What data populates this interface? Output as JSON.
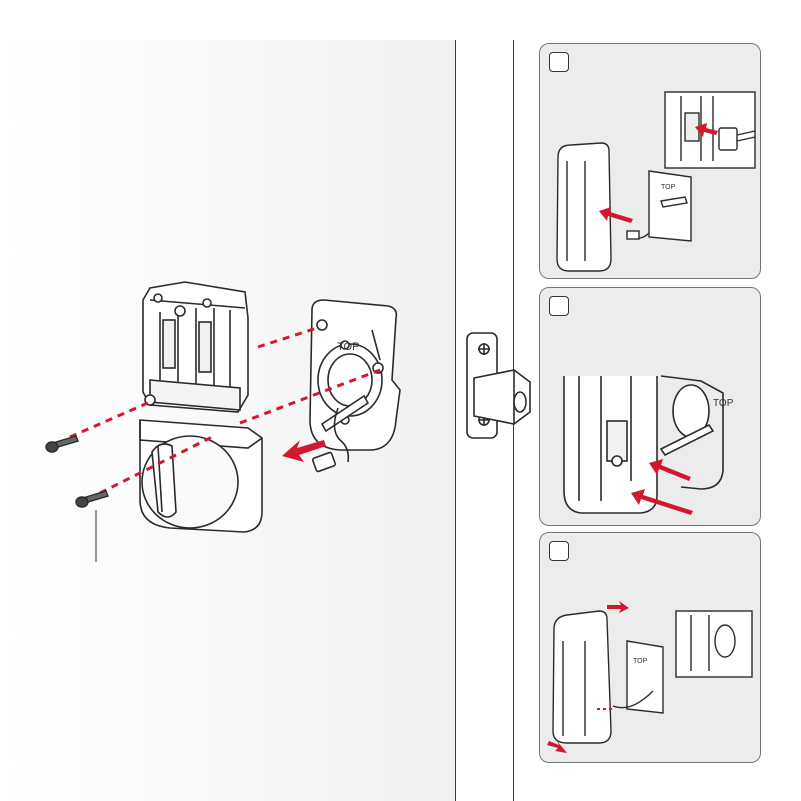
{
  "labels": {
    "plate_top": "TOP",
    "step1_plate_top": "TOP",
    "step2_plate_top": "TOP",
    "step3_plate_top": "TOP"
  },
  "colors": {
    "accent": "#d3172e",
    "line": "#2b2b2b",
    "panel": "#ececec"
  },
  "icons": {
    "screw": "screw-icon",
    "arrow": "arrow-icon"
  }
}
